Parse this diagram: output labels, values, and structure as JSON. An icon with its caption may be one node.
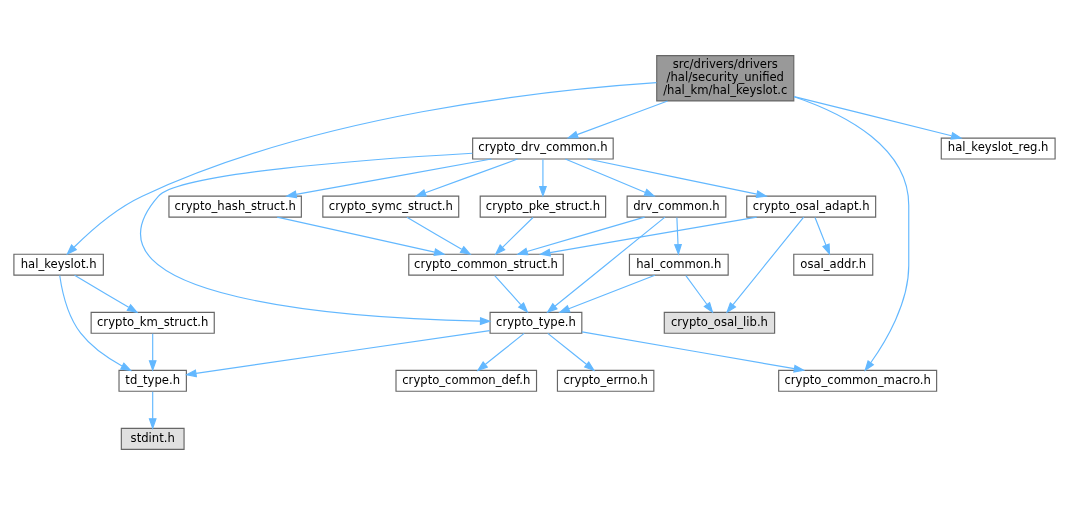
{
  "diagram": {
    "nodes": [
      {
        "text": [
          "src/drivers/drivers /hal/security_unified /hal_km/hal_keyslot.c"
        ]
      },
      {
        "text": [
          "hal_keyslot.h"
        ]
      },
      {
        "text": [
          "hal_keyslot_reg.h"
        ]
      },
      {
        "text": [
          "crypto_drv_common.h"
        ]
      },
      {
        "text": [
          "drv_common.h"
        ]
      },
      {
        "text": [
          "crypto_pke_struct.h"
        ]
      },
      {
        "text": [
          "crypto_hash_struct.h"
        ]
      },
      {
        "text": [
          "crypto_symc_struct.h"
        ]
      },
      {
        "text": [
          "crypto_osal_adapt.h"
        ]
      },
      {
        "text": [
          "hal_common.h"
        ]
      },
      {
        "text": [
          "crypto_common_struct.h"
        ]
      },
      {
        "text": [
          "osal_addr.h"
        ]
      },
      {
        "text": [
          "crypto_km_struct.h"
        ]
      },
      {
        "text": [
          "crypto_type.h"
        ]
      },
      {
        "text": [
          "crypto_osal_lib.h"
        ]
      },
      {
        "text": [
          "td_type.h"
        ]
      },
      {
        "text": [
          "crypto_common_def.h"
        ]
      },
      {
        "text": [
          "crypto_errno.h"
        ]
      },
      {
        "text": [
          "crypto_common_macro.h"
        ]
      },
      {
        "text": [
          "stdint.h"
        ]
      }
    ],
    "edges": [
      {
        "from": 0,
        "to": 1,
        "arrow": "to"
      },
      {
        "from": 0,
        "to": 2,
        "arrow": "to"
      },
      {
        "from": 0,
        "to": 3,
        "arrow": "to"
      },
      {
        "from": 0,
        "to": 18,
        "arrow": "to"
      },
      {
        "from": 1,
        "to": 12,
        "arrow": "to"
      },
      {
        "from": 1,
        "to": 15,
        "arrow": "to"
      },
      {
        "from": 3,
        "to": 4,
        "arrow": "to"
      },
      {
        "from": 3,
        "to": 5,
        "arrow": "to"
      },
      {
        "from": 3,
        "to": 6,
        "arrow": "to"
      },
      {
        "from": 3,
        "to": 7,
        "arrow": "to"
      },
      {
        "from": 3,
        "to": 8,
        "arrow": "to"
      },
      {
        "from": 3,
        "to": 13,
        "arrow": "to"
      },
      {
        "from": 4,
        "to": 9,
        "arrow": "to"
      },
      {
        "from": 4,
        "to": 10,
        "arrow": "to"
      },
      {
        "from": 4,
        "to": 13,
        "arrow": "to"
      },
      {
        "from": 5,
        "to": 10,
        "arrow": "to"
      },
      {
        "from": 6,
        "to": 10,
        "arrow": "to"
      },
      {
        "from": 7,
        "to": 10,
        "arrow": "to"
      },
      {
        "from": 8,
        "to": 10,
        "arrow": "to"
      },
      {
        "from": 8,
        "to": 11,
        "arrow": "to"
      },
      {
        "from": 8,
        "to": 14,
        "arrow": "to"
      },
      {
        "from": 9,
        "to": 13,
        "arrow": "to"
      },
      {
        "from": 9,
        "to": 14,
        "arrow": "to"
      },
      {
        "from": 10,
        "to": 13,
        "arrow": "to"
      },
      {
        "from": 12,
        "to": 15,
        "arrow": "to"
      },
      {
        "from": 13,
        "to": 15,
        "arrow": "to"
      },
      {
        "from": 13,
        "to": 16,
        "arrow": "to"
      },
      {
        "from": 13,
        "to": 17,
        "arrow": "to"
      },
      {
        "from": 13,
        "to": 18,
        "arrow": "to"
      },
      {
        "from": 15,
        "to": 19,
        "arrow": "to"
      }
    ]
  }
}
